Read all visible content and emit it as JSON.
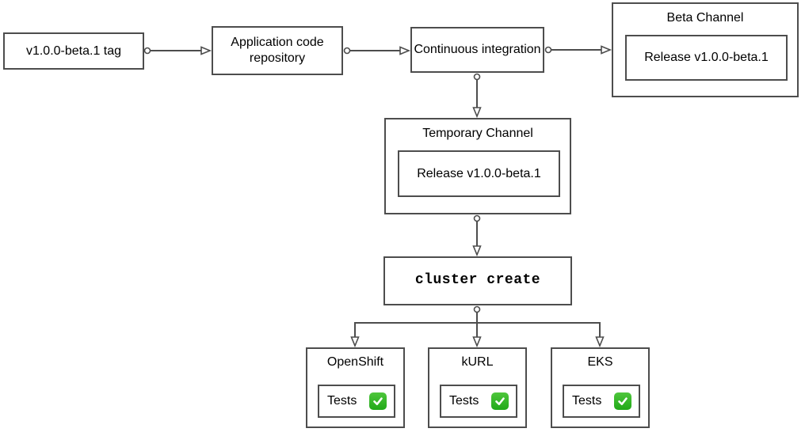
{
  "diagram": {
    "nodes": {
      "tag": {
        "label": "v1.0.0-beta.1 tag"
      },
      "repo": {
        "label": "Application code repository"
      },
      "ci": {
        "label": "Continuous integration"
      },
      "beta_channel": {
        "title": "Beta Channel",
        "release": {
          "label": "Release v1.0.0-beta.1"
        }
      },
      "temp_channel": {
        "title": "Temporary Channel",
        "release": {
          "label": "Release v1.0.0-beta.1"
        }
      },
      "cluster_create": {
        "label": "cluster create"
      },
      "openshift": {
        "title": "OpenShift",
        "tests": {
          "label": "Tests",
          "status_icon": "check-mark-icon"
        }
      },
      "kurl": {
        "title": "kURL",
        "tests": {
          "label": "Tests",
          "status_icon": "check-mark-icon"
        }
      },
      "eks": {
        "title": "EKS",
        "tests": {
          "label": "Tests",
          "status_icon": "check-mark-icon"
        }
      }
    },
    "edges": [
      {
        "from": "tag",
        "to": "repo"
      },
      {
        "from": "repo",
        "to": "ci"
      },
      {
        "from": "ci",
        "to": "beta_channel"
      },
      {
        "from": "ci",
        "to": "temp_channel"
      },
      {
        "from": "temp_channel",
        "to": "cluster_create"
      },
      {
        "from": "cluster_create",
        "to": "openshift"
      },
      {
        "from": "cluster_create",
        "to": "kurl"
      },
      {
        "from": "cluster_create",
        "to": "eks"
      }
    ],
    "colors": {
      "border": "#4d4d4d",
      "background": "#ffffff",
      "text": "#000000",
      "check_green": "#2fb322",
      "check_mark": "#ffffff"
    }
  }
}
